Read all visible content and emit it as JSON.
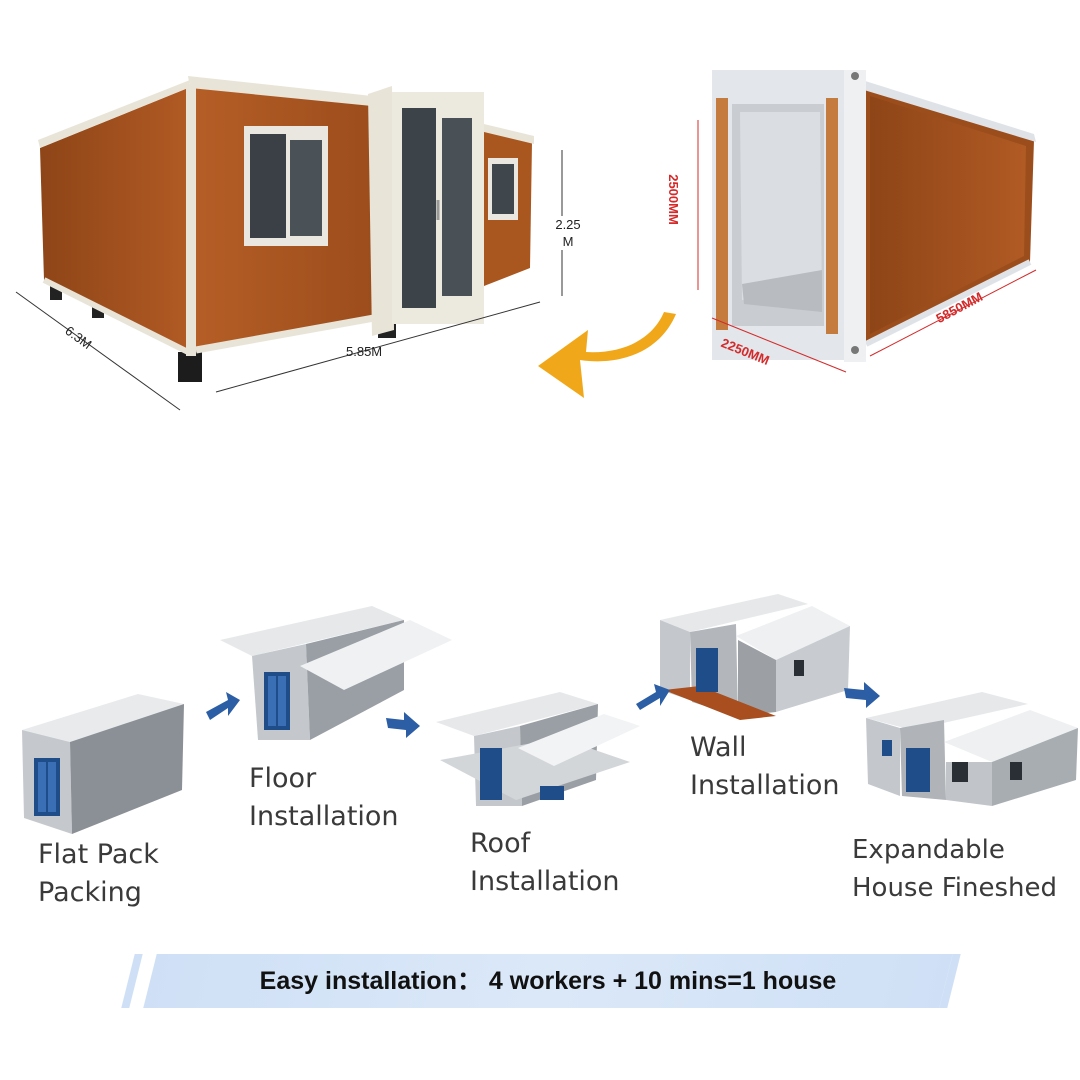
{
  "top": {
    "dims_expanded": {
      "depth": "6.3M",
      "width": "5.85M",
      "height_line1": "2.25",
      "height_line2": "M"
    },
    "dims_folded": {
      "height": "2500MM",
      "width": "2250MM",
      "length": "5850MM"
    },
    "colors": {
      "wood": "#a5511f",
      "frame": "#e8e4d8",
      "arrow": "#f0a81a",
      "dimension_red": "#d42a2a"
    }
  },
  "steps": [
    {
      "line1": "Flat Pack",
      "line2": "Packing"
    },
    {
      "line1": "Floor",
      "line2": "Installation"
    },
    {
      "line1": "Roof",
      "line2": "Installation"
    },
    {
      "line1": "Wall",
      "line2": "Installation"
    },
    {
      "line1": "Expandable",
      "line2": "House Fineshed"
    }
  ],
  "banner": {
    "text": "Easy installation： 4 workers + 10 mins=1 house",
    "color": "#d3e3f7"
  }
}
